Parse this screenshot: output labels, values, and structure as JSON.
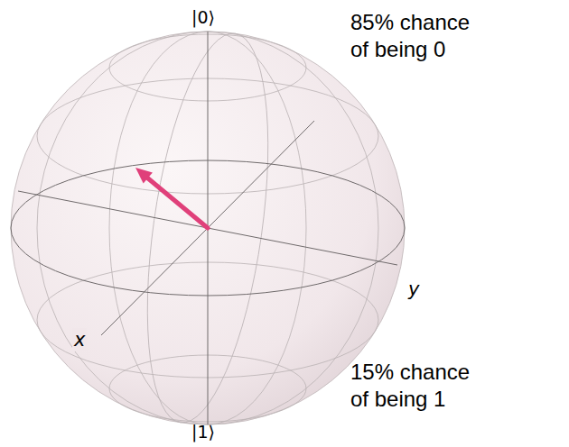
{
  "diagram": {
    "labels": [
      "|0⟩",
      "85% chance of being 0",
      "y",
      "x",
      "15% chance of being 1",
      "|1⟩"
    ]
  }
}
